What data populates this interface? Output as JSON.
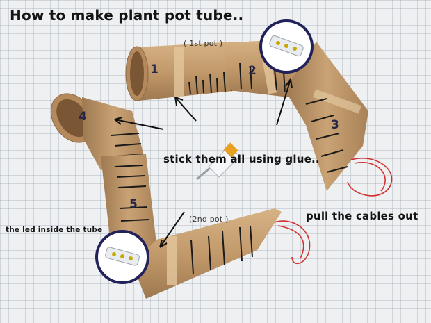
{
  "title": "How to make plant pot tube..",
  "labels": {
    "first_pot": "( 1st pot )",
    "second_pot": "(2nd pot )",
    "glue_instruction": "stick them all using glue..",
    "cables_instruction": "pull the cables out",
    "led_note": "the led inside the tube"
  },
  "tube_numbers": [
    "1",
    "2",
    "3",
    "4",
    "5"
  ],
  "colors": {
    "cardboard": "#c29a6b",
    "cardboard_dark": "#8e6a44",
    "marker": "#1a1a1a",
    "circle_outline": "#22225a",
    "cable_red": "#d23030"
  }
}
